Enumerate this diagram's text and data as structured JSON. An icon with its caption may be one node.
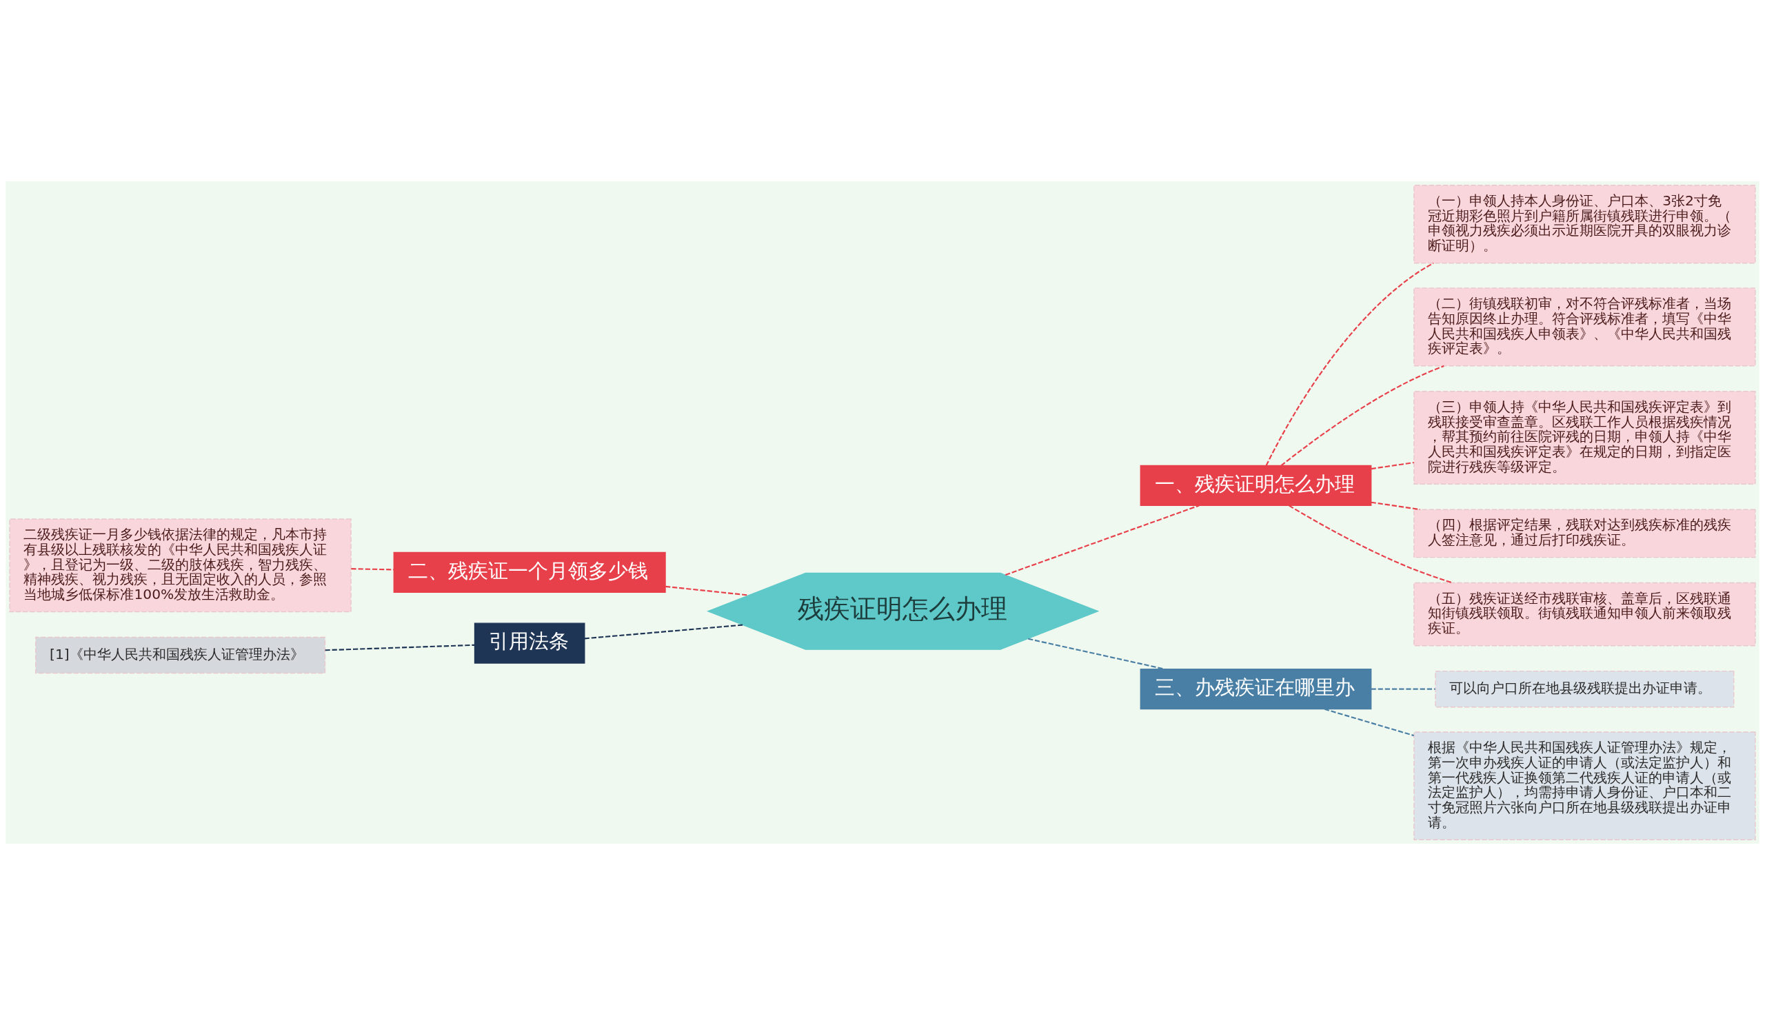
{
  "diagram": {
    "nodes": [
      {
        "text": [
          "残疾证明怎么办理"
        ]
      },
      {
        "text": [
          "一、残疾证明怎么办理"
        ]
      },
      {
        "text": [
          "（一）申领人持本人身份证、户口本、3张2寸免冠近期彩色照片到户籍所属街镇残联进行申领。（申领视力残疾必须出示近期医院开具的双眼视力诊断证明）。"
        ]
      },
      {
        "text": [
          "（二）街镇残联初审，对不符合评残标准者，当场告知原因终止办理。符合评残标准者，填写《中华人民共和国残疾人申领表》、《中华人民共和国残疾评定表》。"
        ]
      },
      {
        "text": [
          "（三）申领人持《中华人民共和国残疾评定表》到残联接受审查盖章。区残联工作人员根据残疾情况，帮其预约前往医院评残的日期，申领人持《中华人民共和国残疾评定表》在规定的日期，到指定医院进行残疾等级评定。"
        ]
      },
      {
        "text": [
          "（四）根据评定结果，残联对达到残疾标准的残疾人签注意见，通过后打印残疾证。"
        ]
      },
      {
        "text": [
          "（五）残疾证送经市残联审核、盖章后，区残联通知街镇残联领取。街镇残联通知申领人前来领取残疾证。"
        ]
      },
      {
        "text": [
          "三、办残疾证在哪里办"
        ]
      },
      {
        "text": [
          "可以向户口所在地县级残联提出办证申请。"
        ]
      },
      {
        "text": [
          "根据《中华人民共和国残疾人证管理办法》规定，第一次申办残疾人证的申请人（或法定监护人）和第一代残疾人证换领第二代残疾人证的申请人（或法定监护人），均需持申请人身份证、户口本和二寸免冠照片六张向户口所在地县级残联提出办证申请。"
        ]
      },
      {
        "text": [
          "二、残疾证一个月领多少钱"
        ]
      },
      {
        "text": [
          "二级残疾证一月多少钱依据法律的规定，凡本市持有县级以上残联核发的《中华人民共和国残疾人证》，且登记为一级、二级的肢体残疾，智力残疾、精神残疾、视力残疾，且无固定收入的人员，参照当地城乡低保标准100%发放生活救助金。"
        ]
      },
      {
        "text": [
          "引用法条"
        ]
      },
      {
        "text": [
          "[1]《中华人民共和国残疾人证管理办法》"
        ]
      }
    ],
    "edges": [
      {
        "from": 0,
        "to": 1,
        "arrow": "none",
        "style": "dashed"
      },
      {
        "from": 1,
        "to": 2,
        "arrow": "none",
        "style": "dashed"
      },
      {
        "from": 1,
        "to": 3,
        "arrow": "none",
        "style": "dashed"
      },
      {
        "from": 1,
        "to": 4,
        "arrow": "none",
        "style": "dashed"
      },
      {
        "from": 1,
        "to": 5,
        "arrow": "none",
        "style": "dashed"
      },
      {
        "from": 1,
        "to": 6,
        "arrow": "none",
        "style": "dashed"
      },
      {
        "from": 0,
        "to": 7,
        "arrow": "none",
        "style": "dashed",
        "color": "#4a7fa5"
      },
      {
        "from": 7,
        "to": 8,
        "arrow": "none",
        "style": "dashed",
        "color": "#4a7fa5"
      },
      {
        "from": 7,
        "to": 9,
        "arrow": "none",
        "style": "dashed",
        "color": "#4a7fa5"
      },
      {
        "from": 0,
        "to": 10,
        "arrow": "none",
        "style": "dashed"
      },
      {
        "from": 10,
        "to": 11,
        "arrow": "none",
        "style": "dashed"
      },
      {
        "from": 0,
        "to": 12,
        "arrow": "none",
        "style": "dashed",
        "color": "#1e3556"
      },
      {
        "from": 12,
        "to": 13,
        "arrow": "none",
        "style": "dashed",
        "color": "#1e3556"
      }
    ]
  }
}
